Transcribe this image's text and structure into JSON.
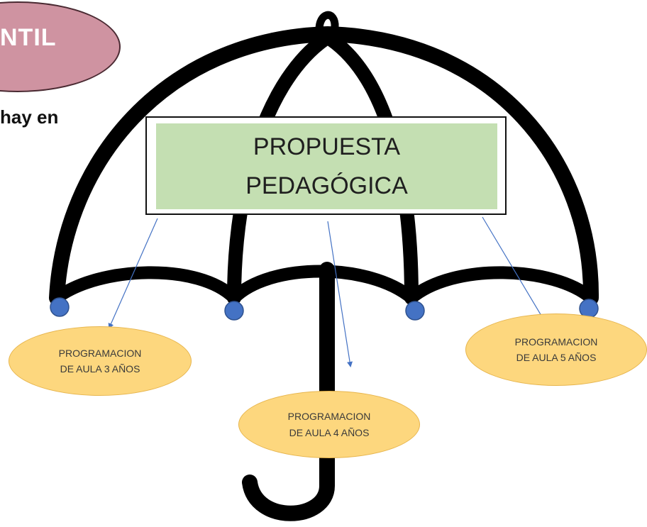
{
  "header_pill": {
    "text": "NTIL",
    "fill_color": "#cf93a1"
  },
  "cut_text": "hay en",
  "central_box": {
    "line1": "PROPUESTA",
    "line2": "PEDAGÓGICA",
    "fill_color": "#c4dfb2"
  },
  "ovals": [
    {
      "line1": "PROGRAMACION",
      "line2": "DE AULA 3 AÑOS"
    },
    {
      "line1": "PROGRAMACION",
      "line2": "DE AULA 4 AÑOS"
    },
    {
      "line1": "PROGRAMACION",
      "line2": "DE AULA 5 AÑOS"
    }
  ],
  "colors": {
    "umbrella_stroke": "#000000",
    "rib_tip_dot": "#4472c4",
    "arrow": "#4472c4",
    "oval_fill": "#fdd77e"
  }
}
